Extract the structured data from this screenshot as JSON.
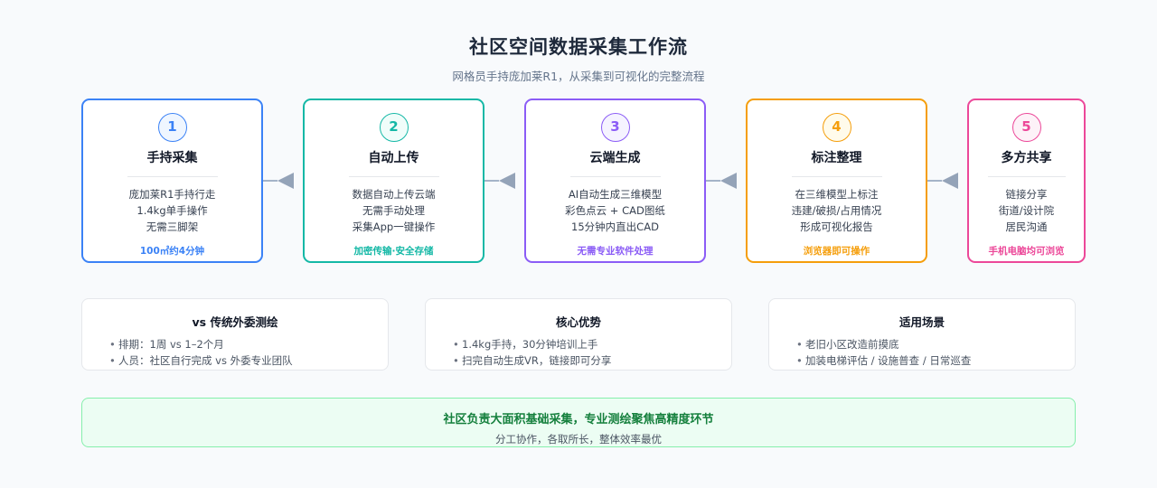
{
  "header": {
    "title": "社区空间数据采集工作流",
    "subtitle": "网格员手持庞加莱R1，从采集到可视化的完整流程"
  },
  "steps": [
    {
      "num": "1",
      "name": "手持采集",
      "lines": [
        "庞加莱R1手持行走",
        "1.4kg单手操作",
        "无需三脚架"
      ],
      "tag": "100㎡约4分钟",
      "color": "#3b82f6",
      "tint": "#eff6ff"
    },
    {
      "num": "2",
      "name": "自动上传",
      "lines": [
        "数据自动上传云端",
        "无需手动处理",
        "采集App一键操作"
      ],
      "tag": "加密传输·安全存储",
      "color": "#14b8a6",
      "tint": "#f0fdfa"
    },
    {
      "num": "3",
      "name": "云端生成",
      "lines": [
        "AI自动生成三维模型",
        "彩色点云 + CAD图纸",
        "15分钟内直出CAD"
      ],
      "tag": "无需专业软件处理",
      "color": "#8b5cf6",
      "tint": "#f5f3ff"
    },
    {
      "num": "4",
      "name": "标注整理",
      "lines": [
        "在三维模型上标注",
        "违建/破损/占用情况",
        "形成可视化报告"
      ],
      "tag": "浏览器即可操作",
      "color": "#f59e0b",
      "tint": "#fffbeb"
    },
    {
      "num": "5",
      "name": "多方共享",
      "lines": [
        "链接分享",
        "街道/设计院",
        "居民沟通"
      ],
      "tag": "手机电脑均可浏览",
      "color": "#ec4899",
      "tint": "#fdf2f8"
    }
  ],
  "info": [
    {
      "title": "vs 传统外委测绘",
      "bullet": "•",
      "items": [
        "排期：1周 vs 1–2个月",
        "人员：社区自行完成 vs 外委专业团队"
      ]
    },
    {
      "title": "核心优势",
      "bullet": "•",
      "items": [
        "1.4kg手持，30分钟培训上手",
        "扫完自动生成VR，链接即可分享"
      ]
    },
    {
      "title": "适用场景",
      "bullet": "•",
      "items": [
        "老旧小区改造前摸底",
        "加装电梯评估 / 设施普查 / 日常巡查"
      ]
    }
  ],
  "banner": {
    "title": "社区负责大面积基础采集，专业测绘聚焦高精度环节",
    "subtitle": "分工协作，各取所长，整体效率最优"
  }
}
